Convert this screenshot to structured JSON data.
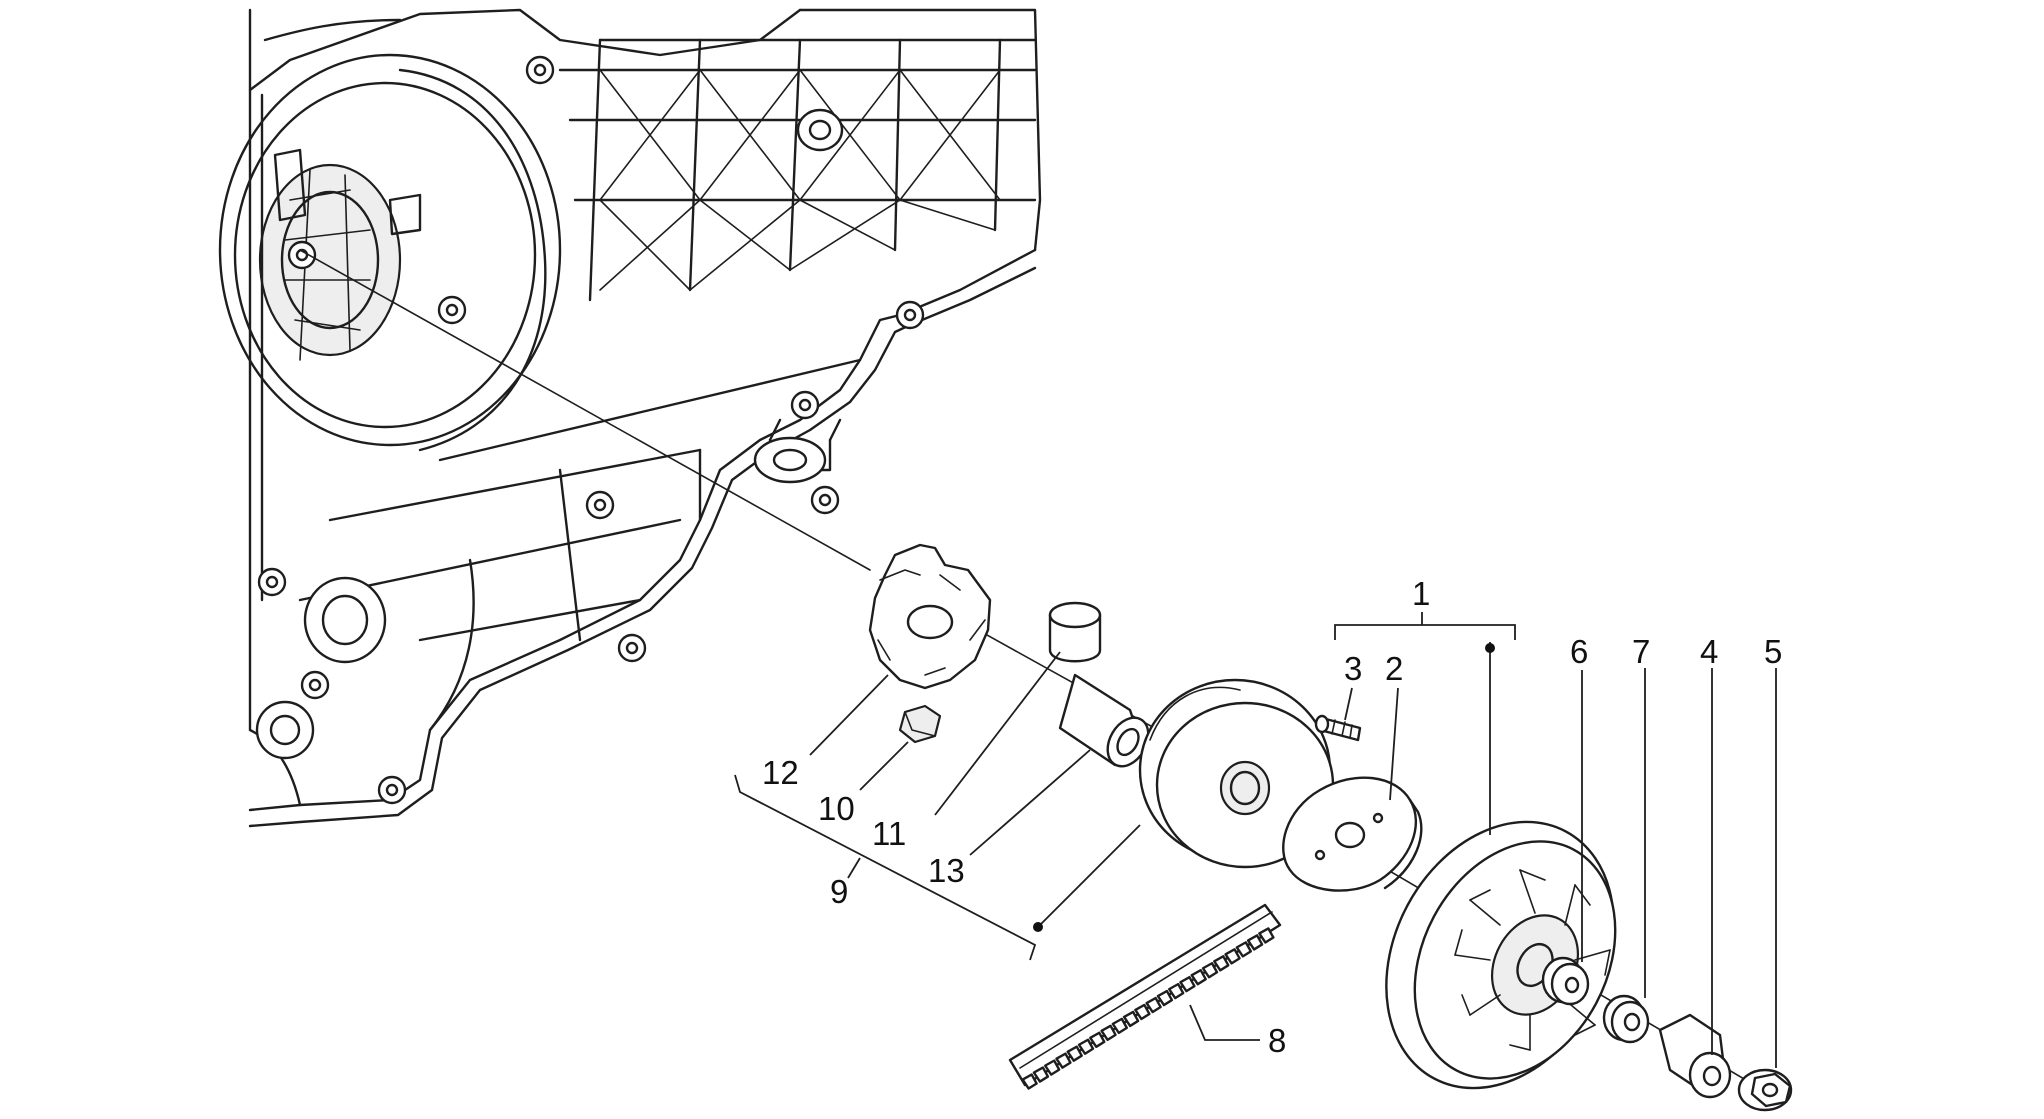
{
  "callouts": [
    {
      "id": "1",
      "label": "1"
    },
    {
      "id": "2",
      "label": "2"
    },
    {
      "id": "3",
      "label": "3"
    },
    {
      "id": "4",
      "label": "4"
    },
    {
      "id": "5",
      "label": "5"
    },
    {
      "id": "6",
      "label": "6"
    },
    {
      "id": "7",
      "label": "7"
    },
    {
      "id": "8",
      "label": "8"
    },
    {
      "id": "9",
      "label": "9"
    },
    {
      "id": "10",
      "label": "10"
    },
    {
      "id": "11",
      "label": "11"
    },
    {
      "id": "12",
      "label": "12"
    },
    {
      "id": "13",
      "label": "13"
    }
  ],
  "colors": {
    "line": "#1e1e1e",
    "background": "#ffffff",
    "text": "#111111"
  }
}
